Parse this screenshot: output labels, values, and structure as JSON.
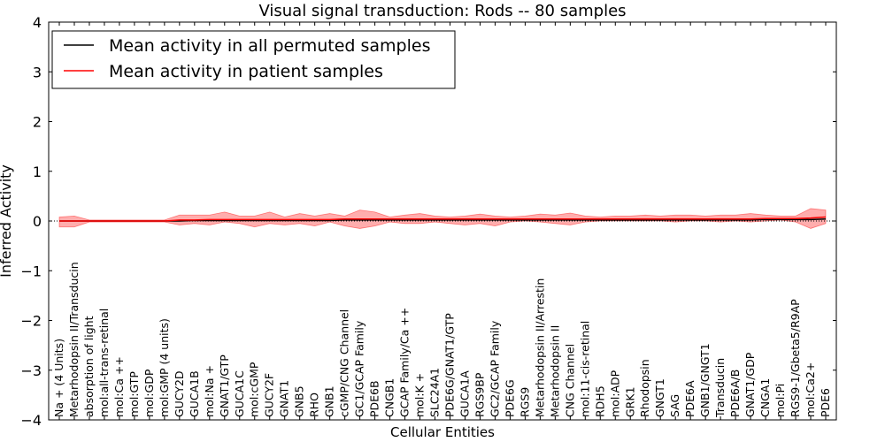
{
  "chart_data": {
    "type": "line",
    "title": "Visual signal transduction: Rods -- 80 samples",
    "xlabel": "Cellular Entities",
    "ylabel": "Inferred Activity",
    "ylim": [
      -4,
      4
    ],
    "yticks": [
      -4,
      -3,
      -2,
      -1,
      0,
      1,
      2,
      3,
      4
    ],
    "grid": false,
    "legend_position": "upper-left",
    "reference_line": 0,
    "categories": [
      "Na + (4 Units)",
      "Metarhodopsin II/Transducin",
      "absorption of light",
      "mol:all-trans-retinal",
      "mol:Ca ++",
      "mol:GTP",
      "mol:GDP",
      "mol:GMP (4 units)",
      "GUCY2D",
      "GUCA1B",
      "mol:Na +",
      "GNAT1/GTP",
      "GUCA1C",
      "mol:cGMP",
      "GUCY2F",
      "GNAT1",
      "GNB5",
      "RHO",
      "GNB1",
      "cGMP/CNG Channel",
      "GC1/GCAP Family",
      "PDE6B",
      "CNGB1",
      "GCAP Family/Ca ++",
      "mol:K +",
      "SLC24A1",
      "PDE6G/GNAT1/GTP",
      "GUCA1A",
      "RGS9BP",
      "GC2/GCAP Family",
      "PDE6G",
      "RGS9",
      "Metarhodopsin II/Arrestin",
      "Metarhodopsin II",
      "CNG Channel",
      "mol:11-cis-retinal",
      "RDH5",
      "mol:ADP",
      "GRK1",
      "Rhodopsin",
      "GNGT1",
      "SAG",
      "PDE6A",
      "GNB1/GNGT1",
      "Transducin",
      "PDE6A/B",
      "GNAT1/GDP",
      "CNGA1",
      "mol:Pi",
      "RGS9-1/Gbeta5/R9AP",
      "mol:Ca2+",
      "PDE6"
    ],
    "series": [
      {
        "name": "Mean activity in all permuted samples",
        "color": "#000000",
        "values": [
          0.0,
          0.0,
          0.0,
          0.0,
          0.0,
          0.0,
          0.0,
          0.0,
          0.0,
          0.01,
          0.01,
          0.01,
          0.01,
          0.01,
          0.01,
          0.01,
          0.01,
          0.01,
          0.01,
          0.02,
          0.02,
          0.02,
          0.02,
          0.02,
          0.02,
          0.02,
          0.02,
          0.02,
          0.02,
          0.02,
          0.02,
          0.02,
          0.02,
          0.02,
          0.02,
          0.02,
          0.02,
          0.02,
          0.02,
          0.02,
          0.02,
          0.02,
          0.02,
          0.02,
          0.02,
          0.02,
          0.02,
          0.03,
          0.03,
          0.03,
          0.03,
          0.04
        ]
      },
      {
        "name": "Mean activity in patient samples",
        "color": "#ff0000",
        "values": [
          0.0,
          0.0,
          0.0,
          0.0,
          0.0,
          0.0,
          0.0,
          0.0,
          0.02,
          0.02,
          0.03,
          0.03,
          0.03,
          0.03,
          0.03,
          0.03,
          0.03,
          0.03,
          0.03,
          0.04,
          0.04,
          0.04,
          0.04,
          0.04,
          0.04,
          0.04,
          0.04,
          0.04,
          0.04,
          0.04,
          0.04,
          0.04,
          0.04,
          0.04,
          0.04,
          0.04,
          0.04,
          0.04,
          0.04,
          0.04,
          0.04,
          0.04,
          0.04,
          0.04,
          0.04,
          0.04,
          0.04,
          0.05,
          0.05,
          0.05,
          0.06,
          0.08
        ]
      }
    ],
    "band": {
      "series": "Mean activity in patient samples",
      "color": "#ff0000",
      "upper": [
        0.08,
        0.1,
        0.02,
        0.02,
        0.02,
        0.02,
        0.02,
        0.02,
        0.12,
        0.12,
        0.12,
        0.18,
        0.1,
        0.1,
        0.18,
        0.08,
        0.15,
        0.1,
        0.15,
        0.1,
        0.22,
        0.18,
        0.08,
        0.12,
        0.15,
        0.1,
        0.08,
        0.1,
        0.14,
        0.1,
        0.08,
        0.1,
        0.14,
        0.12,
        0.16,
        0.1,
        0.08,
        0.1,
        0.1,
        0.12,
        0.1,
        0.12,
        0.12,
        0.1,
        0.12,
        0.12,
        0.15,
        0.12,
        0.1,
        0.1,
        0.25,
        0.22
      ],
      "lower": [
        -0.12,
        -0.12,
        -0.02,
        -0.02,
        -0.02,
        -0.02,
        -0.02,
        -0.02,
        -0.08,
        -0.05,
        -0.08,
        -0.02,
        -0.05,
        -0.12,
        -0.05,
        -0.08,
        -0.05,
        -0.1,
        -0.02,
        -0.1,
        -0.15,
        -0.1,
        -0.02,
        -0.05,
        -0.05,
        -0.02,
        -0.05,
        -0.08,
        -0.05,
        -0.1,
        -0.02,
        0.0,
        -0.02,
        -0.05,
        -0.08,
        -0.02,
        0.0,
        0.0,
        0.0,
        0.0,
        0.0,
        -0.02,
        0.0,
        0.0,
        -0.02,
        0.0,
        -0.02,
        0.0,
        0.02,
        -0.02,
        -0.15,
        -0.05
      ]
    }
  }
}
